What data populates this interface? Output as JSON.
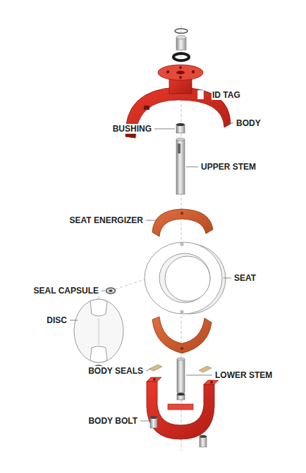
{
  "diagram": {
    "labels": [
      "ID TAG",
      "BODY",
      "BUSHING",
      "UPPER STEM",
      "SEAT ENERGIZER",
      "SEAT",
      "SEAL CAPSULE",
      "DISC",
      "BODY SEALS",
      "LOWER STEM",
      "BODY BOLT"
    ]
  }
}
